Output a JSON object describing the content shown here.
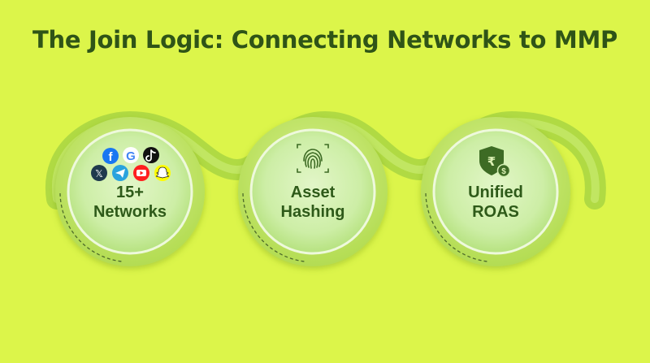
{
  "title": "The Join Logic: Connecting Networks to MMP",
  "colors": {
    "background": "#dcf54a",
    "track": "#a9d83a",
    "disc_inner": "#d4f0b3",
    "text": "#2e5a19",
    "icon": "#3d6b24"
  },
  "steps": [
    {
      "label_line1": "15+",
      "label_line2": "Networks",
      "icons": [
        "facebook-icon",
        "google-icon",
        "tiktok-icon",
        "x-icon",
        "telegram-icon",
        "youtube-icon",
        "snapchat-icon"
      ]
    },
    {
      "label_line1": "Asset",
      "label_line2": "Hashing",
      "icons": [
        "fingerprint-scan-icon"
      ]
    },
    {
      "label_line1": "Unified",
      "label_line2": "ROAS",
      "icons": [
        "rupee-shield-dollar-icon"
      ]
    }
  ],
  "social_glyphs": {
    "google": "G",
    "x": "𝕏"
  }
}
